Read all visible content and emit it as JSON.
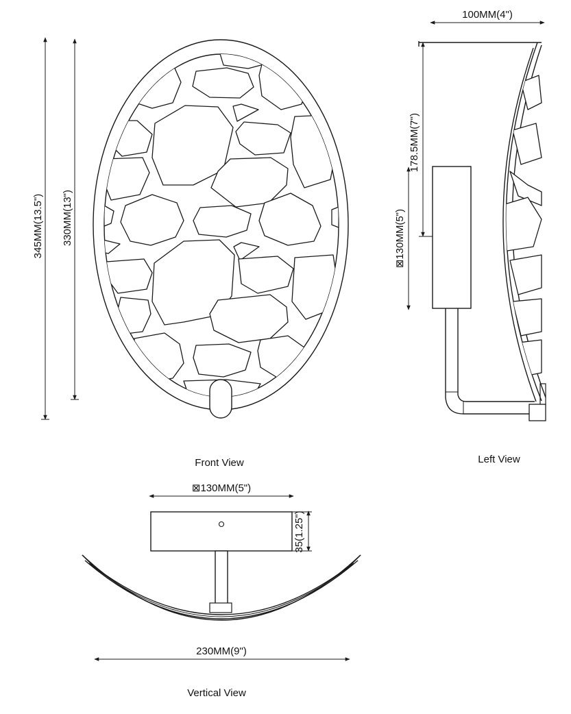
{
  "views": {
    "front": {
      "caption": "Front View"
    },
    "left": {
      "caption": "Left View"
    },
    "vertical": {
      "caption": "Vertical View"
    }
  },
  "dimensions": {
    "overall_height": "345MM(13.5\")",
    "shade_height": "330MM(13\")",
    "depth": "100MM(4\")",
    "center_height": "178.5MM(7\")",
    "backplate_left": "⊠130MM(5\")",
    "backplate_top": "⊠130MM(5\")",
    "backplate_depth": "35(1.25\")",
    "width": "230MM(9\")"
  }
}
